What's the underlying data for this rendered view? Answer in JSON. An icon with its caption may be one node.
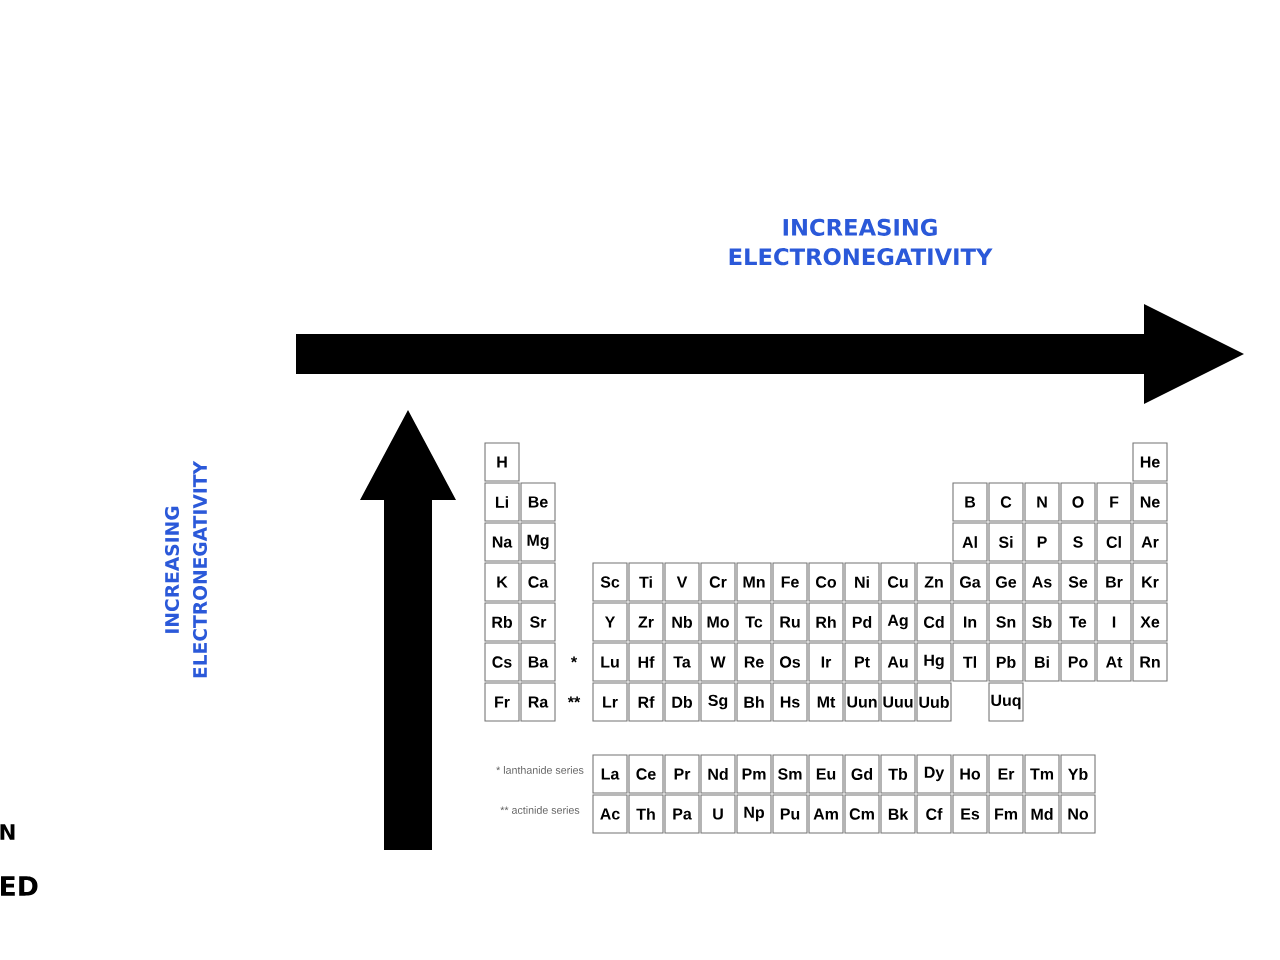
{
  "diagram": {
    "labels": [
      "INCREASING ELECTRONEGATIVITY",
      "INCREASING ELECTRONEGATIVITY",
      "H",
      "He",
      "Li",
      "Be",
      "B",
      "C",
      "N",
      "O",
      "F",
      "Ne",
      "Na",
      "Mg",
      "Al",
      "Si",
      "P",
      "S",
      "Cl",
      "Ar",
      "K",
      "Ca",
      "Sc",
      "Ti",
      "V",
      "Cr",
      "Mn",
      "Fe",
      "Co",
      "Ni",
      "Cu",
      "Zn",
      "Ga",
      "Ge",
      "As",
      "Se",
      "Br",
      "Kr",
      "Rb",
      "Sr",
      "Y",
      "Zr",
      "Nb",
      "Mo",
      "Tc",
      "Ru",
      "Rh",
      "Pd",
      "Ag",
      "Cd",
      "In",
      "Sn",
      "Sb",
      "Te",
      "I",
      "Xe",
      "Cs",
      "Ba",
      "*",
      "Lu",
      "Hf",
      "Ta",
      "W",
      "Re",
      "Os",
      "Ir",
      "Pt",
      "Au",
      "Hg",
      "Tl",
      "Pb",
      "Bi",
      "Po",
      "At",
      "Rn",
      "Fr",
      "Ra",
      "**",
      "Lr",
      "Rf",
      "Db",
      "Sg",
      "Bh",
      "Hs",
      "Mt",
      "Uun",
      "Uuu",
      "Uub",
      "Uuq",
      "* lanthanide series",
      "La",
      "Ce",
      "Pr",
      "Nd",
      "Pm",
      "Sm",
      "Eu",
      "Gd",
      "Tb",
      "Dy",
      "Ho",
      "Er",
      "Tm",
      "Yb",
      "** actinide series",
      "Ac",
      "Th",
      "Pa",
      "U",
      "Np",
      "Pu",
      "Am",
      "Cm",
      "Bk",
      "Cf",
      "Es",
      "Fm",
      "Md",
      "No",
      "N",
      "ED"
    ]
  }
}
